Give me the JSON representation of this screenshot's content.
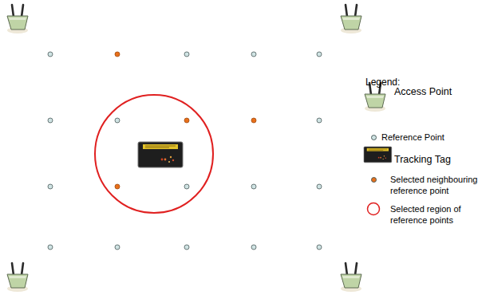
{
  "diagram": {
    "labels": [
      "Legend:"
    ],
    "legend": [
      {
        "text": "Access Point"
      },
      {
        "text": "Reference Point",
        "color": "#cfe3e3"
      },
      {
        "text": "Tracking Tag"
      },
      {
        "text": "Selected neighbouring reference point",
        "color": "#e8701a"
      },
      {
        "text": "Selected region of reference points"
      }
    ]
  }
}
